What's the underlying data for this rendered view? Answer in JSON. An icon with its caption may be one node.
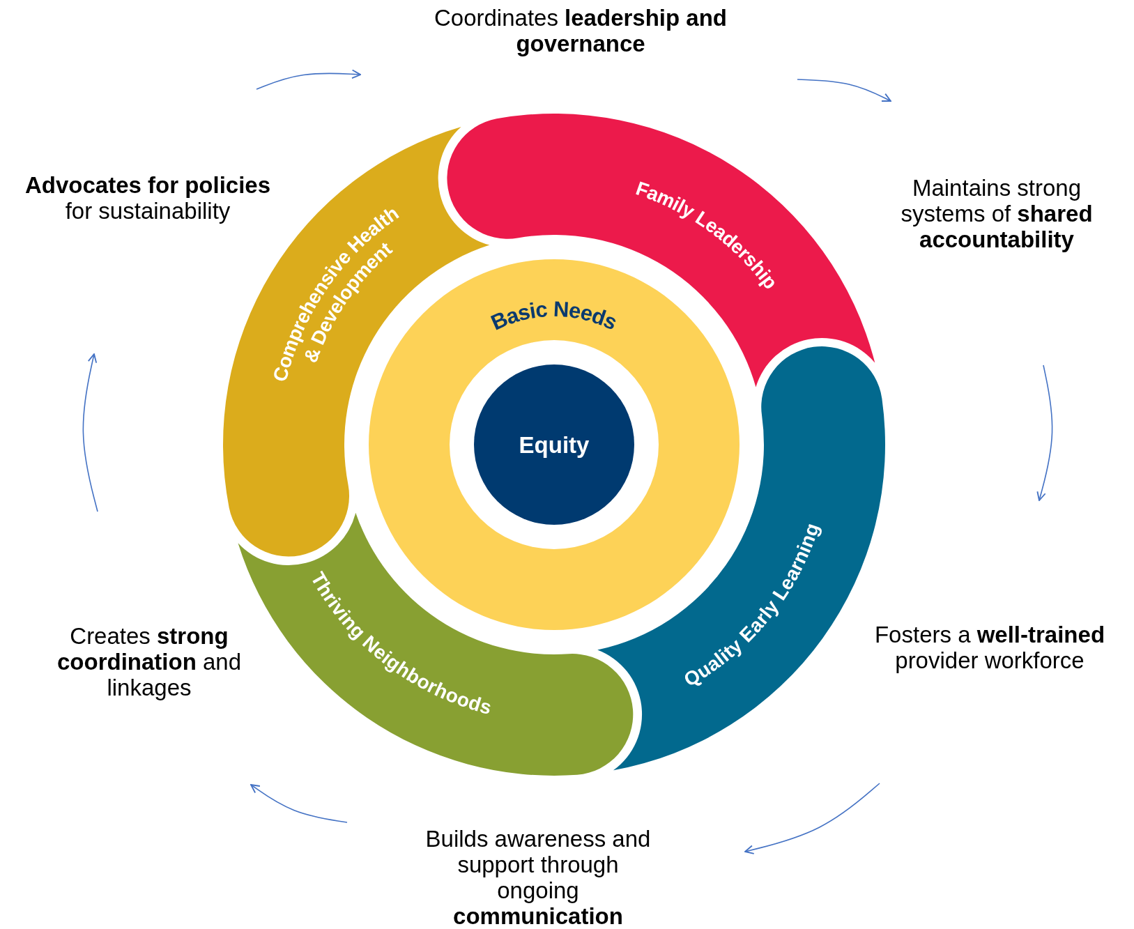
{
  "diagram": {
    "nodes": [
      {
        "text": [
          "Coordinates **leadership and governance**"
        ]
      },
      {
        "text": [
          "Maintains strong systems of **shared accountability**"
        ]
      },
      {
        "text": [
          "Fosters a **well-trained** provider workforce"
        ]
      },
      {
        "text": [
          "Builds awareness and support through ongoing **communication**"
        ]
      },
      {
        "text": [
          "Creates **strong coordination** and linkages"
        ]
      },
      {
        "text": [
          "**Advocates for policies** for sustainability"
        ]
      },
      {
        "text": [
          "Family Leadership"
        ]
      },
      {
        "text": [
          "Quality Early Learning"
        ]
      },
      {
        "text": [
          "Thriving Neighborhoods"
        ]
      },
      {
        "text": [
          "Comprehensive Health & Development"
        ]
      },
      {
        "text": [
          "Basic Needs"
        ]
      },
      {
        "text": [
          "Equity"
        ],
        "in": 10
      }
    ]
  }
}
